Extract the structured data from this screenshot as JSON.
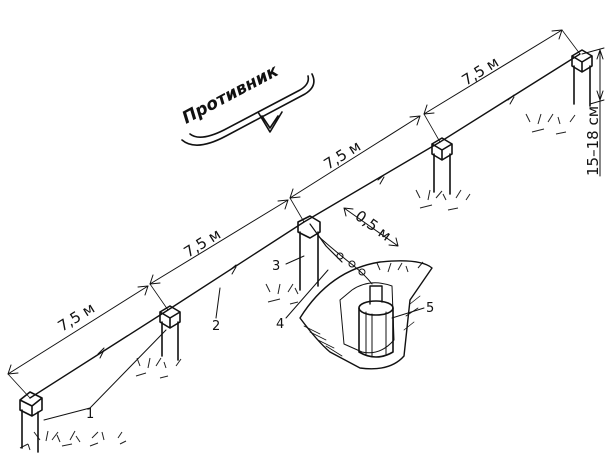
{
  "enemy_label": "Противник",
  "dimensions": {
    "span_1": "7,5 м",
    "span_2": "7,5 м",
    "span_3": "7,5 м",
    "span_4": "7,5 м",
    "offset": "0,5 м",
    "height": "15–18 см"
  },
  "callouts": {
    "c1": "1",
    "c2": "2",
    "c3": "3",
    "c4": "4",
    "c5": "5"
  }
}
